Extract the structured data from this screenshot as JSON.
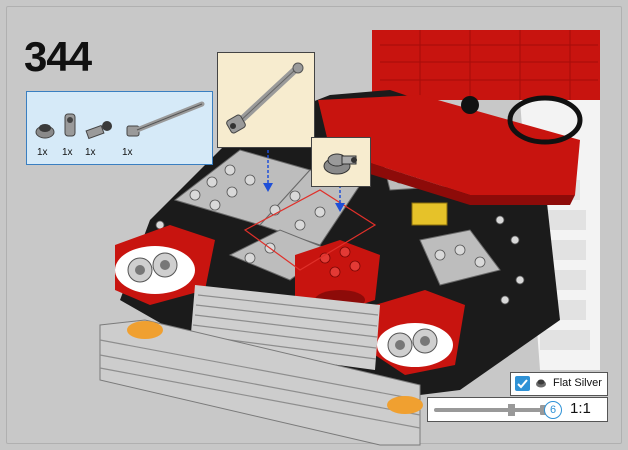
{
  "step": {
    "number": "344"
  },
  "parts": [
    {
      "qty": "1x",
      "icon": "round-plate-icon"
    },
    {
      "qty": "1x",
      "icon": "connector-icon"
    },
    {
      "qty": "1x",
      "icon": "bar-holder-icon"
    },
    {
      "qty": "1x",
      "icon": "axle-bar-icon"
    }
  ],
  "legend": {
    "color_name": "Flat Silver",
    "swatch_color": "#6b6b6b",
    "checked": true
  },
  "scale": {
    "step_badge": "6",
    "ratio": "1:1"
  },
  "colors": {
    "brick_red": "#c8140f",
    "brick_black": "#1b1b1b",
    "brick_white": "#f4f4f4",
    "parts_panel_border": "#3a7fc1",
    "accent_blue": "#2f92d6"
  }
}
